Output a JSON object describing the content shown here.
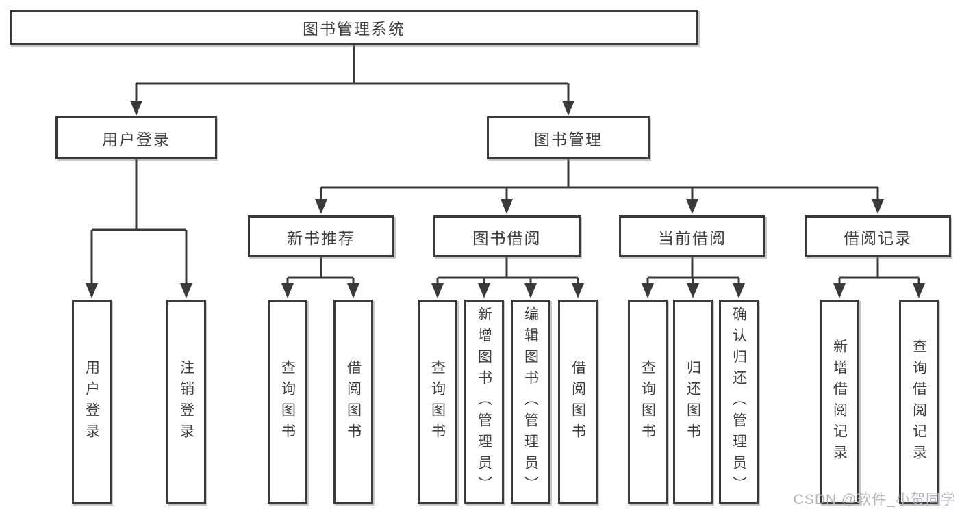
{
  "diagram": {
    "root": {
      "label": "图书管理系统"
    },
    "level2": [
      {
        "label": "用户登录"
      },
      {
        "label": "图书管理"
      }
    ],
    "level3": [
      {
        "label": "新书推荐"
      },
      {
        "label": "图书借阅"
      },
      {
        "label": "当前借阅"
      },
      {
        "label": "借阅记录"
      }
    ],
    "leaves": {
      "user_login": [
        "用户登录",
        "注销登录"
      ],
      "new_book": [
        "查询图书",
        "借阅图书"
      ],
      "book_borrow": [
        "查询图书",
        "新增图书（管理员）",
        "编辑图书（管理员）",
        "借阅图书"
      ],
      "current_borrow": [
        "查询图书",
        "归还图书",
        "确认归还（管理员）"
      ],
      "borrow_record": [
        "新增借阅记录",
        "查询借阅记录"
      ]
    }
  },
  "watermark": {
    "text": "CSDN @软件_小贺同学"
  },
  "colors": {
    "line": "#3a3a3a",
    "text": "#3e3e3e",
    "watermark": "#b3b3bc",
    "background": "#ffffff"
  }
}
